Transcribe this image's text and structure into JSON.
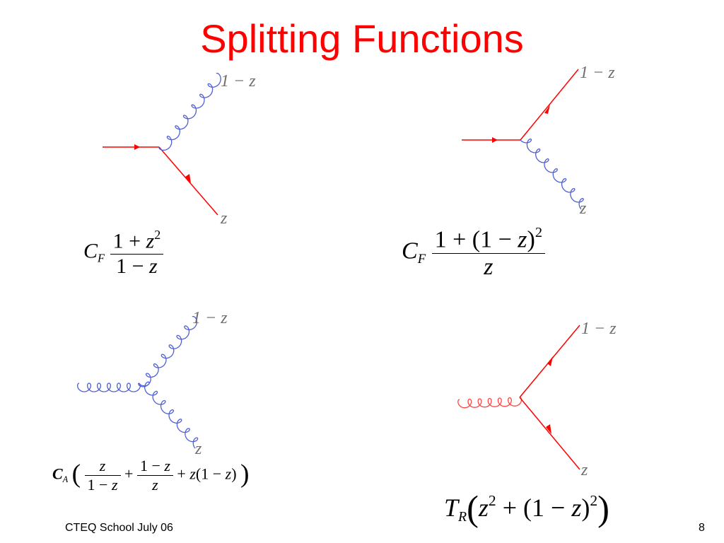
{
  "slide": {
    "title": "Splitting Functions",
    "footer_left": "CTEQ School July 06",
    "page_number": "8"
  },
  "colors": {
    "title": "#ff0000",
    "quark_line": "#ff0000",
    "gluon_line": "#4f5fd6",
    "label": "#6e6e6e"
  },
  "diagrams": [
    {
      "id": "q-to-qg",
      "incoming": "quark",
      "upper_branch": {
        "particle": "gluon",
        "label": "1 − z"
      },
      "lower_branch": {
        "particle": "quark",
        "label": "z"
      },
      "formula": {
        "factor": "C",
        "factor_sub": "F",
        "numerator_a": "1 + ",
        "numerator_var": "z",
        "numerator_sup": "2",
        "denominator_a": "1 − ",
        "denominator_var": "z"
      }
    },
    {
      "id": "q-to-gq",
      "incoming": "quark",
      "upper_branch": {
        "particle": "quark",
        "label": "1 − z"
      },
      "lower_branch": {
        "particle": "gluon",
        "label": "z"
      },
      "formula": {
        "factor": "C",
        "factor_sub": "F",
        "numerator_a": "1 + (1 − ",
        "numerator_var": "z",
        "numerator_b": ")",
        "numerator_sup": "2",
        "denominator_var": "z"
      }
    },
    {
      "id": "g-to-gg",
      "incoming": "gluon",
      "upper_branch": {
        "particle": "gluon",
        "label": "1 − z"
      },
      "lower_branch": {
        "particle": "gluon",
        "label": "z"
      },
      "formula": {
        "factor": "C",
        "factor_sub": "A",
        "open": "(",
        "term1_num": "z",
        "term1_den_a": "1 − ",
        "term1_den_var": "z",
        "plus1": "+",
        "term2_num_a": "1 − ",
        "term2_num_var": "z",
        "term2_den": "z",
        "plus2": "+",
        "term3_var": "z",
        "term3_a": "(1 − ",
        "term3_var2": "z",
        "term3_b": ")",
        "close": ")"
      }
    },
    {
      "id": "g-to-qqbar",
      "incoming": "gluon",
      "upper_branch": {
        "particle": "quark",
        "label": "1 − z"
      },
      "lower_branch": {
        "particle": "quark",
        "label": "z"
      },
      "formula": {
        "factor": "T",
        "factor_sub": "R",
        "open": "(",
        "var1": "z",
        "sup1": "2",
        "mid": " + (1 − ",
        "var2": "z",
        "close_inner": ")",
        "sup2": "2",
        "close": ")"
      }
    }
  ]
}
